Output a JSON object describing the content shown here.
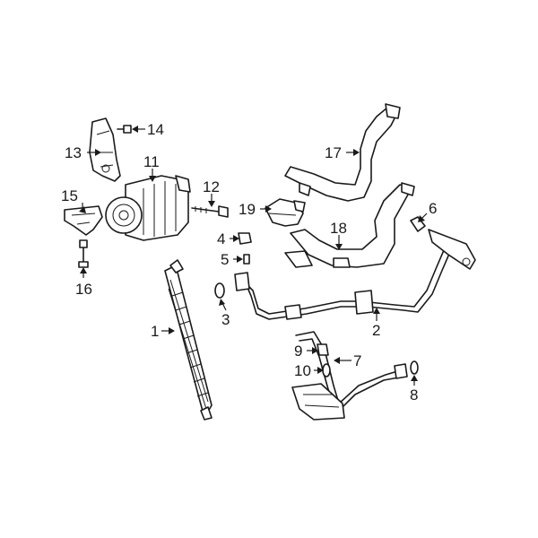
{
  "diagram": {
    "callouts": [
      {
        "id": "1",
        "label": "1"
      },
      {
        "id": "2",
        "label": "2"
      },
      {
        "id": "3",
        "label": "3"
      },
      {
        "id": "4",
        "label": "4"
      },
      {
        "id": "5",
        "label": "5"
      },
      {
        "id": "6",
        "label": "6"
      },
      {
        "id": "7",
        "label": "7"
      },
      {
        "id": "8",
        "label": "8"
      },
      {
        "id": "9",
        "label": "9"
      },
      {
        "id": "10",
        "label": "10"
      },
      {
        "id": "11",
        "label": "11"
      },
      {
        "id": "12",
        "label": "12"
      },
      {
        "id": "13",
        "label": "13"
      },
      {
        "id": "14",
        "label": "14"
      },
      {
        "id": "15",
        "label": "15"
      },
      {
        "id": "16",
        "label": "16"
      },
      {
        "id": "17",
        "label": "17"
      },
      {
        "id": "18",
        "label": "18"
      },
      {
        "id": "19",
        "label": "19"
      }
    ],
    "colors": {
      "ink": "#1a1a1a",
      "background": "#ffffff"
    }
  }
}
